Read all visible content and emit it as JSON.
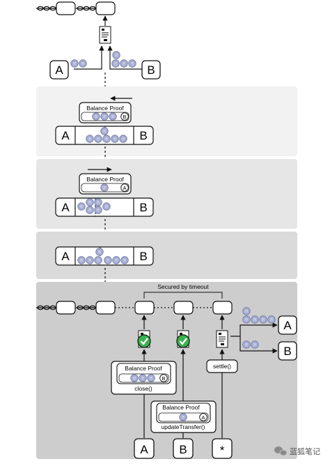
{
  "parties": {
    "a": "A",
    "b": "B",
    "any": "*"
  },
  "balance_proof": "Balance Proof",
  "close_call": "close()",
  "update_call": "updateTransfer()",
  "settle_call": "settle()",
  "timeout_label": "Secured by timeout",
  "watermark": "蓝狐笔记",
  "colors": {
    "panel_1": "#f2f2f2",
    "panel_2": "#e6e6e6",
    "panel_3": "#dadada",
    "panel_4": "#cdcdcd",
    "coin_fill": "#a7aed0",
    "coin_stroke": "#6e77a8",
    "check_green": "#37b24d"
  },
  "icons": [
    "chain-link-icon",
    "document-icon",
    "coin-icon",
    "checkmark-icon",
    "wechat-icon"
  ]
}
